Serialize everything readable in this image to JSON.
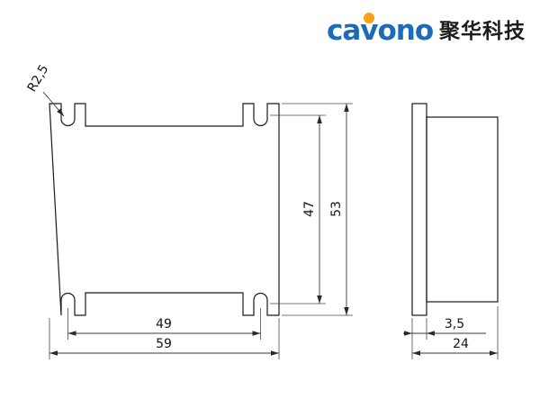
{
  "logo": {
    "brand": "cavono",
    "company": "聚华科技",
    "brand_color": "#1a6cb8",
    "dot_color": "#f7a11a",
    "company_color": "#1d1d1f"
  },
  "dimensions": {
    "front": {
      "corner_radius": "R2,5",
      "slot_span_height": "47",
      "overall_height": "53",
      "slot_span_width": "49",
      "overall_width": "59"
    },
    "side": {
      "flange_thickness": "3,5",
      "overall_depth": "24"
    }
  }
}
